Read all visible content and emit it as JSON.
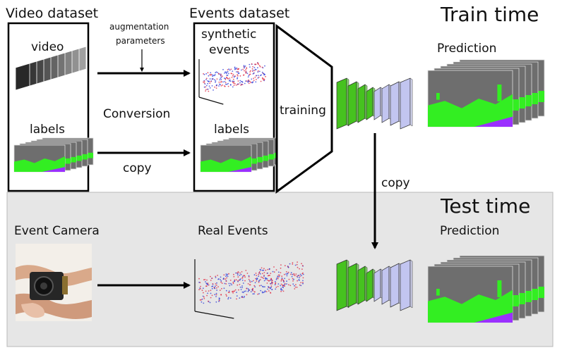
{
  "labels": {
    "video_dataset": "Video dataset",
    "events_dataset": "Events dataset",
    "train_time": "Train time",
    "test_time": "Test time",
    "video": "video",
    "labels_left": "labels",
    "augmentation_line1": "augmentation",
    "augmentation_line2": "parameters",
    "conversion": "Conversion",
    "copy_labels": "copy",
    "synthetic_line1": "synthetic",
    "synthetic_line2": "events",
    "labels_right": "labels",
    "training": "training",
    "prediction_train": "Prediction",
    "copy_network": "copy",
    "event_camera": "Event Camera",
    "real_events": "Real Events",
    "prediction_test": "Prediction"
  },
  "colors": {
    "test_panel_bg": "#e6e6e6",
    "network_green": "#46c21f",
    "network_lavender": "#c2c5f0",
    "segmentation_gray": "#6e6e6e",
    "segmentation_green": "#33ee22",
    "segmentation_purple": "#9b30ff",
    "event_red": "#e0203a",
    "event_blue": "#2434d8"
  }
}
